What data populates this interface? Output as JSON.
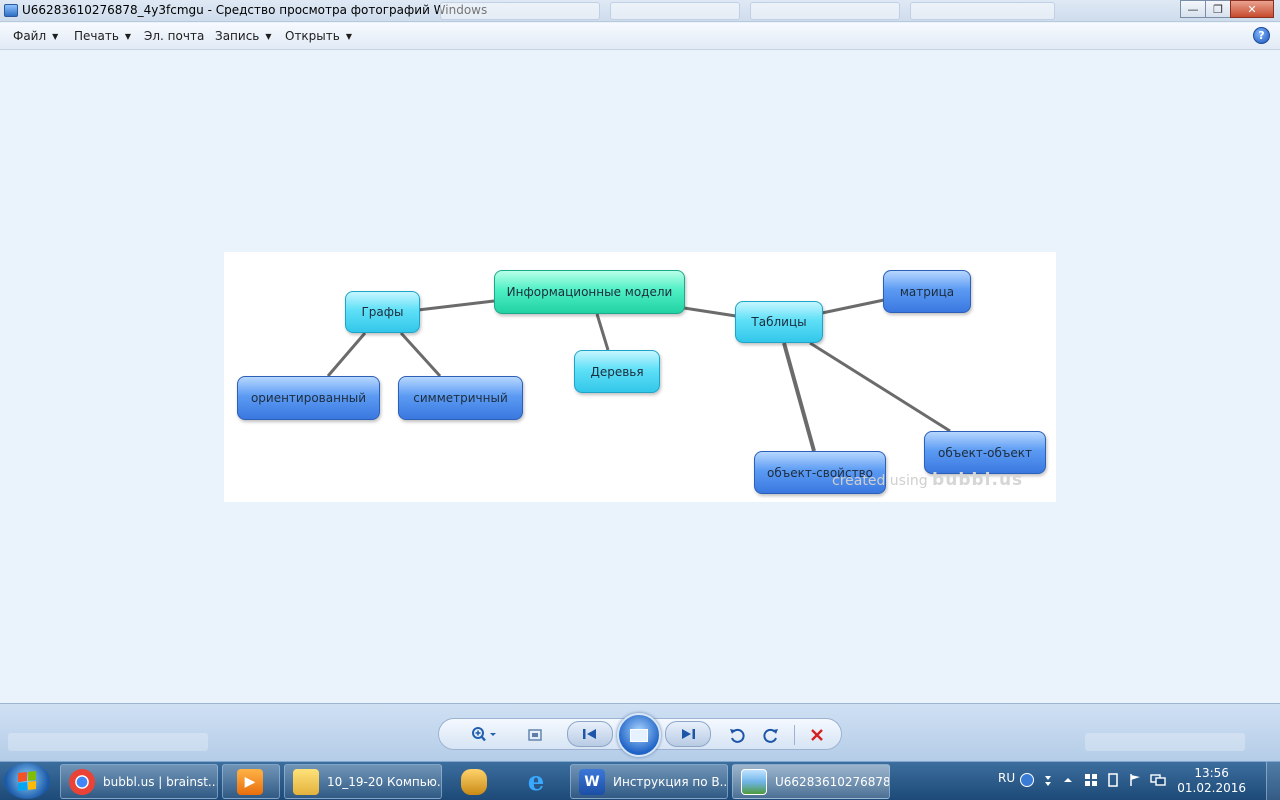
{
  "window": {
    "title": "U66283610276878_4y3fcmgu - Средство просмотра фотографий Windows",
    "minimize_label": "—",
    "maximize_label": "❐",
    "close_label": "✕"
  },
  "menu": {
    "items": [
      {
        "label": "Файл",
        "has_dropdown": true
      },
      {
        "label": "Печать",
        "has_dropdown": true
      },
      {
        "label": "Эл. почта",
        "has_dropdown": false
      },
      {
        "label": "Запись",
        "has_dropdown": true
      },
      {
        "label": "Открыть",
        "has_dropdown": true
      }
    ],
    "help_label": "?"
  },
  "diagram": {
    "nodes": [
      {
        "id": "info",
        "label": "Информационные модели",
        "color": "green"
      },
      {
        "id": "graphs",
        "label": "Графы",
        "color": "cyan"
      },
      {
        "id": "trees",
        "label": "Деревья",
        "color": "cyan"
      },
      {
        "id": "tables",
        "label": "Таблицы",
        "color": "cyan"
      },
      {
        "id": "oriented",
        "label": "ориентированный",
        "color": "blue"
      },
      {
        "id": "symmetric",
        "label": "симметричный",
        "color": "blue"
      },
      {
        "id": "matrix",
        "label": "матрица",
        "color": "blue"
      },
      {
        "id": "objprop",
        "label": "объект-свойство",
        "color": "blue"
      },
      {
        "id": "objobj",
        "label": "объект-объект",
        "color": "blue"
      }
    ],
    "edges": [
      [
        "info",
        "graphs"
      ],
      [
        "info",
        "trees"
      ],
      [
        "info",
        "tables"
      ],
      [
        "graphs",
        "oriented"
      ],
      [
        "graphs",
        "symmetric"
      ],
      [
        "tables",
        "matrix"
      ],
      [
        "tables",
        "objprop"
      ],
      [
        "tables",
        "objobj"
      ]
    ],
    "watermark_prefix": "created using",
    "watermark_brand": "bubbl.us"
  },
  "taskbar": {
    "items": [
      {
        "label": "bubbl.us | brainst...",
        "icon": "chrome-icon",
        "active": false
      },
      {
        "label": "",
        "icon": "media-player-icon",
        "active": false
      },
      {
        "label": "10_19-20 Компью...",
        "icon": "folder-icon",
        "active": false
      },
      {
        "label": "",
        "icon": "projector-icon",
        "active": false
      },
      {
        "label": "",
        "icon": "internet-explorer-icon",
        "active": false
      },
      {
        "label": "Инструкция по В...",
        "icon": "word-icon",
        "active": false
      },
      {
        "label": "U66283610276878...",
        "icon": "photo-viewer-icon",
        "active": true
      }
    ],
    "tray": {
      "language": "RU",
      "time": "13:56",
      "date": "01.02.2016"
    }
  },
  "colors": {
    "green_node": "#2fe0b0",
    "cyan_node": "#4fd8f2",
    "blue_node": "#3f7fe6",
    "edge": "#6b6b6b",
    "background": "#eaf2fb"
  }
}
